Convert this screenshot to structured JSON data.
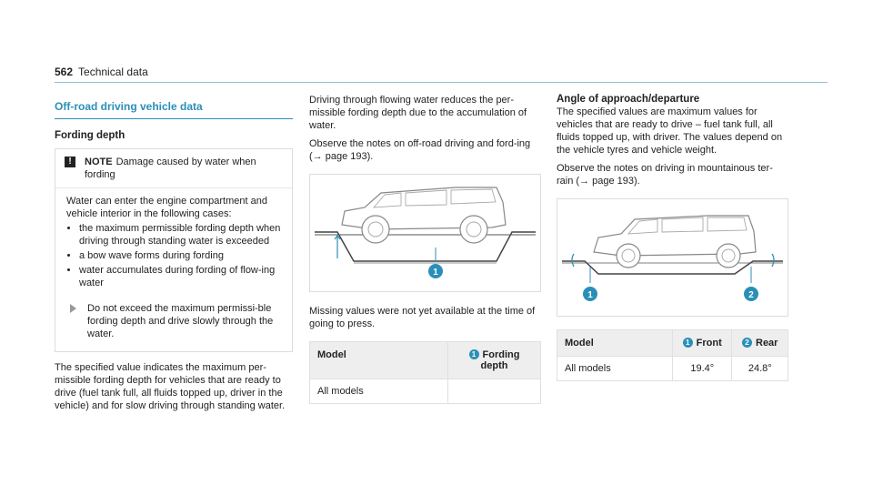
{
  "header": {
    "page_number": "562",
    "section": "Technical data"
  },
  "col1": {
    "title": "Off-road driving vehicle data",
    "subtitle": "Fording depth",
    "note": {
      "label": "NOTE",
      "text": "Damage caused by water when fording",
      "intro": "Water can enter the engine compartment and vehicle interior in the following cases:",
      "items": [
        "the maximum permissible fording depth when driving through standing water is exceeded",
        "a bow wave forms during fording",
        "water accumulates during fording of flow-ing water"
      ],
      "action": "Do not exceed the maximum permissi-ble fording depth and drive slowly through the water."
    },
    "para": "The specified value indicates the maximum per-missible fording depth for vehicles that are ready to drive (fuel tank full, all fluids topped up, driver in the vehicle) and for slow driving through standing water."
  },
  "col2": {
    "para1": "Driving through flowing water reduces the per-missible fording depth due to the accumulation of water.",
    "para2": "Observe the notes on off-road driving and ford-ing (→ page 193).",
    "figure_callout": "1",
    "para3": "Missing values were not yet available at the time of going to press.",
    "table": {
      "h1": "Model",
      "h2_badge": "1",
      "h2": "Fording depth",
      "r1c1": "All models",
      "r1c2": ""
    }
  },
  "col3": {
    "subtitle": "Angle of approach/departure",
    "para1": "The specified values are maximum values for vehicles that are ready to drive – fuel tank full, all fluids topped up, with driver. The values depend on the vehicle tyres and vehicle weight.",
    "para2": "Observe the notes on driving in mountainous ter-rain (→ page 193).",
    "figure_callout1": "1",
    "figure_callout2": "2",
    "table": {
      "h1": "Model",
      "h2_badge": "1",
      "h2": "Front",
      "h3_badge": "2",
      "h3": "Rear",
      "r1c1": "All models",
      "r1c2": "19.4°",
      "r1c3": "24.8°"
    }
  },
  "colors": {
    "accent": "#2a8fb8",
    "border": "#dcdcdc",
    "table_head": "#eeeeee"
  }
}
